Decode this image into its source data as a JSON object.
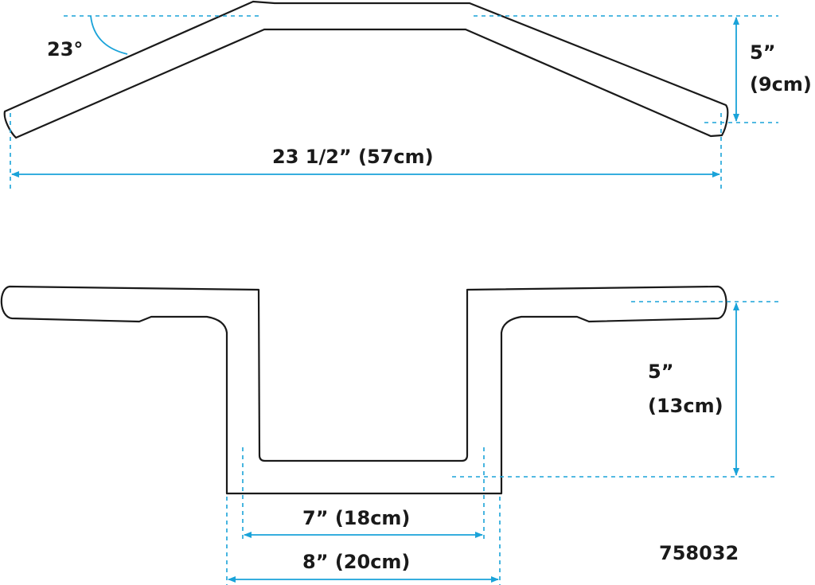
{
  "top_view": {
    "angle_label": "23°",
    "rise_label_line1": "5”",
    "rise_label_line2": "(9cm)",
    "width_label": "23 1/2” (57cm)"
  },
  "front_view": {
    "height_label_line1": "5”",
    "height_label_line2": "(13cm)",
    "inner_width_label": "7” (18cm)",
    "outer_width_label": "8” (20cm)"
  },
  "part_number": "758032",
  "colors": {
    "outline": "#1a1a1a",
    "dimension": "#1aa3d9"
  }
}
